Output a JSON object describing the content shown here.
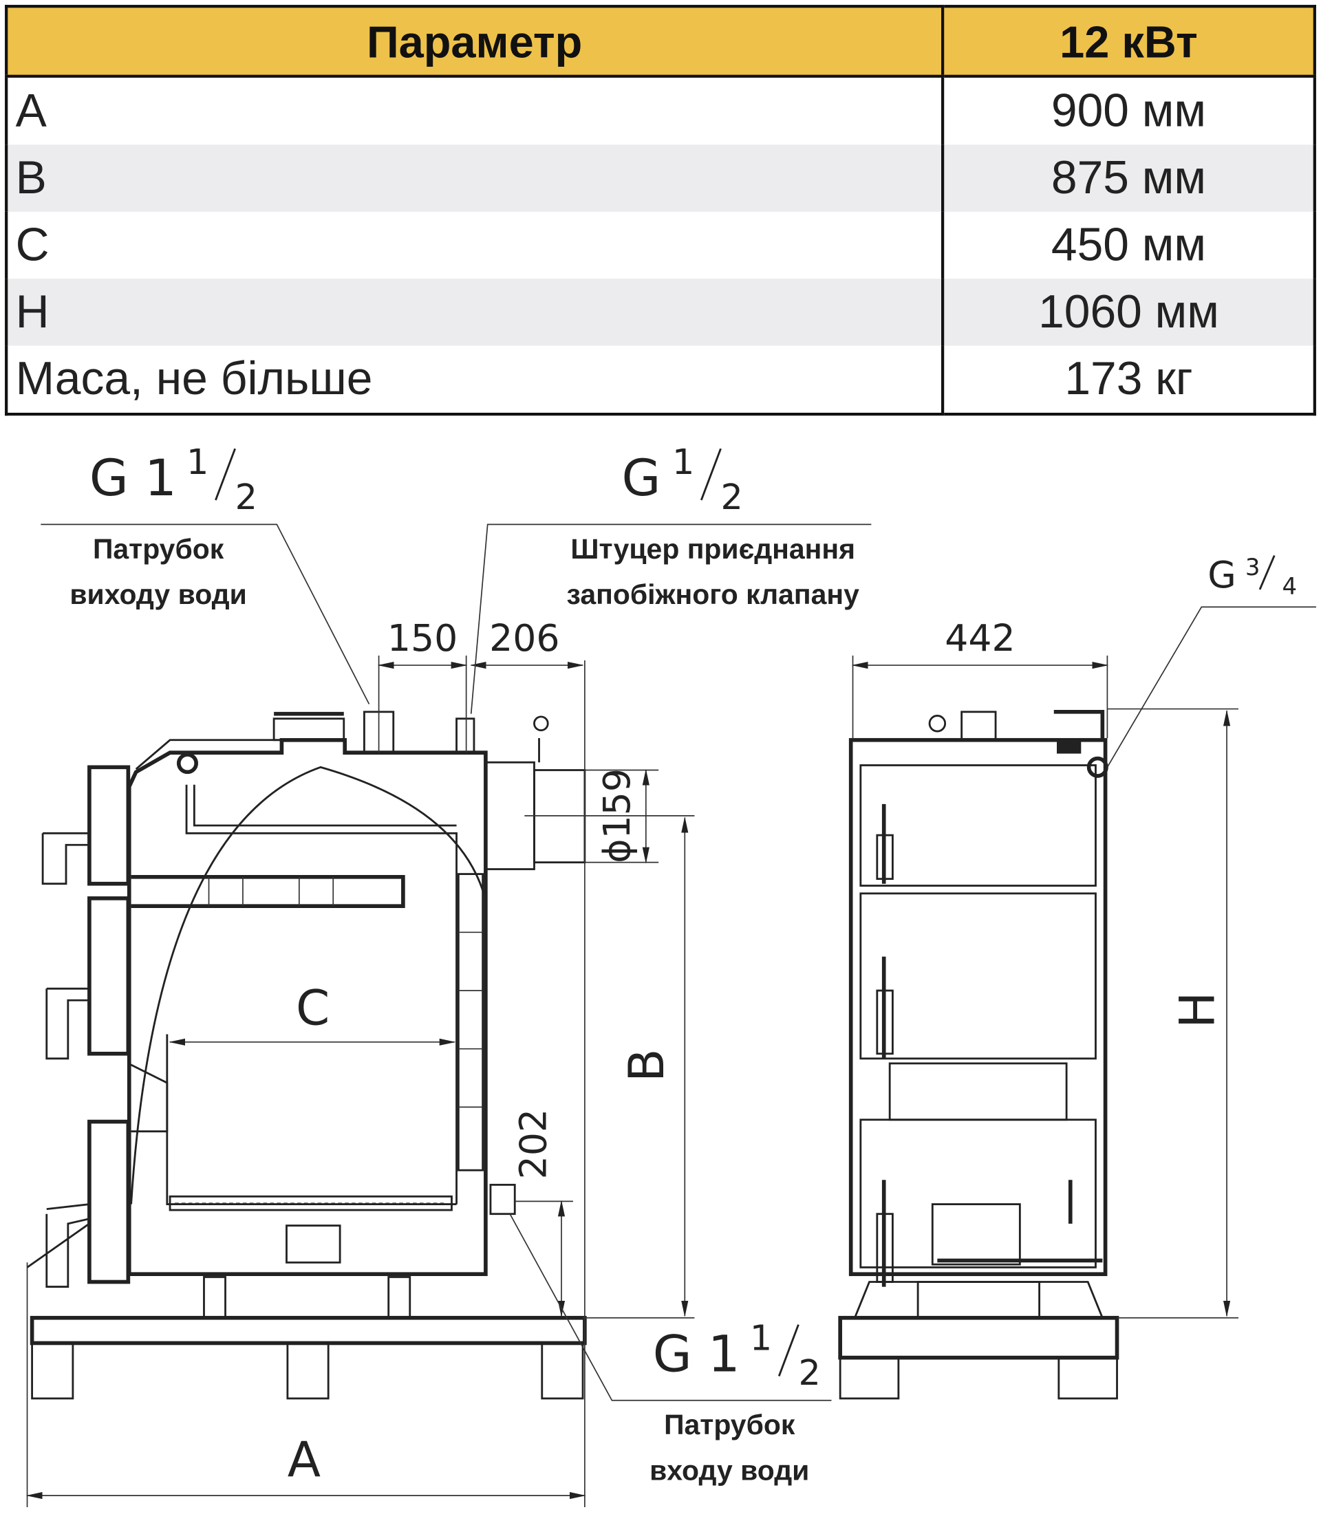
{
  "table": {
    "header": {
      "param": "Параметр",
      "value": "12 кВт"
    },
    "rows": [
      {
        "param": "A",
        "value": "900 мм"
      },
      {
        "param": "B",
        "value": "875 мм"
      },
      {
        "param": "C",
        "value": "450 мм"
      },
      {
        "param": "H",
        "value": "1060 мм"
      },
      {
        "param": "Маса, не більше",
        "value": "173 кг"
      }
    ]
  },
  "drawing": {
    "outlet": {
      "thread": "G 1",
      "thread_num": "1",
      "thread_den": "2",
      "label_line1": "Патрубок",
      "label_line2": "виходу води"
    },
    "valve": {
      "thread": "G",
      "thread_num": "1",
      "thread_den": "2",
      "label_line1": "Штуцер приєднання",
      "label_line2": "запобіжного клапану"
    },
    "side_fitting": {
      "thread": "G",
      "thread_num": "3",
      "thread_den": "4"
    },
    "inlet": {
      "thread": "G 1",
      "thread_num": "1",
      "thread_den": "2",
      "label_line1": "Патрубок",
      "label_line2": "входу води"
    },
    "dims": {
      "d150": "150",
      "d206": "206",
      "d442": "442",
      "d159": "ϕ159",
      "d202": "202",
      "A": "A",
      "B": "B",
      "C": "C",
      "H": "H"
    }
  }
}
